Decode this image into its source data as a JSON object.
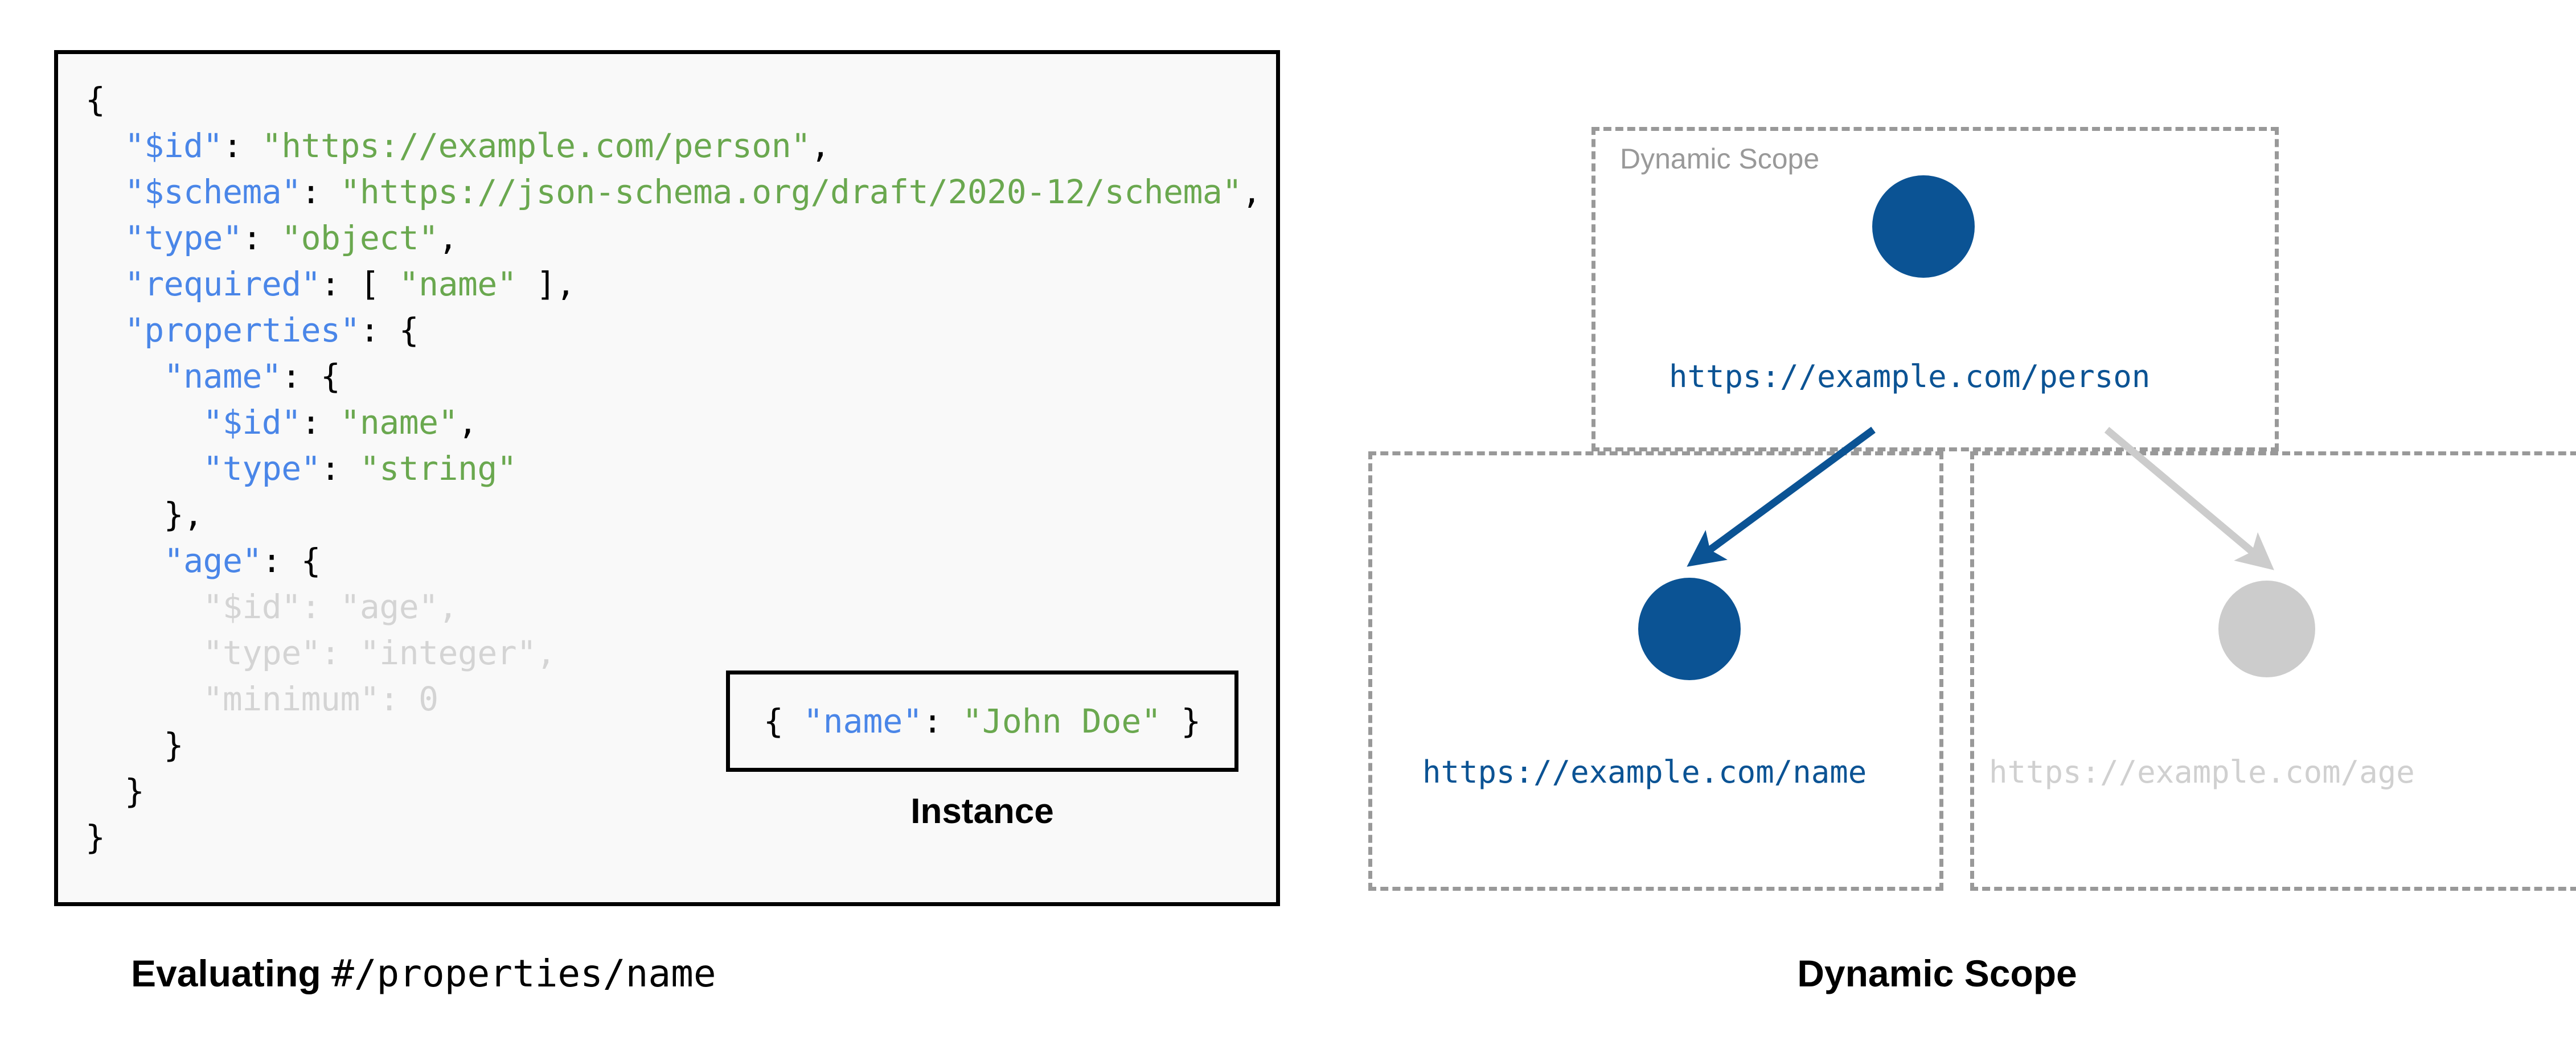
{
  "left": {
    "schema_lines": [
      [
        {
          "t": "{",
          "c": "p"
        }
      ],
      [
        {
          "t": "  ",
          "c": "p"
        },
        {
          "t": "\"$id\"",
          "c": "k"
        },
        {
          "t": ": ",
          "c": "p"
        },
        {
          "t": "\"https://example.com/person\"",
          "c": "s"
        },
        {
          "t": ",",
          "c": "p"
        }
      ],
      [
        {
          "t": "  ",
          "c": "p"
        },
        {
          "t": "\"$schema\"",
          "c": "k"
        },
        {
          "t": ": ",
          "c": "p"
        },
        {
          "t": "\"https://json-schema.org/draft/2020-12/schema\"",
          "c": "s"
        },
        {
          "t": ",",
          "c": "p"
        }
      ],
      [
        {
          "t": "  ",
          "c": "p"
        },
        {
          "t": "\"type\"",
          "c": "k"
        },
        {
          "t": ": ",
          "c": "p"
        },
        {
          "t": "\"object\"",
          "c": "s"
        },
        {
          "t": ",",
          "c": "p"
        }
      ],
      [
        {
          "t": "  ",
          "c": "p"
        },
        {
          "t": "\"required\"",
          "c": "k"
        },
        {
          "t": ": [ ",
          "c": "p"
        },
        {
          "t": "\"name\"",
          "c": "s"
        },
        {
          "t": " ],",
          "c": "p"
        }
      ],
      [
        {
          "t": "  ",
          "c": "p"
        },
        {
          "t": "\"properties\"",
          "c": "k"
        },
        {
          "t": ": {",
          "c": "p"
        }
      ],
      [
        {
          "t": "    ",
          "c": "p"
        },
        {
          "t": "\"name\"",
          "c": "k"
        },
        {
          "t": ": {",
          "c": "p"
        }
      ],
      [
        {
          "t": "      ",
          "c": "p"
        },
        {
          "t": "\"$id\"",
          "c": "k"
        },
        {
          "t": ": ",
          "c": "p"
        },
        {
          "t": "\"name\"",
          "c": "s"
        },
        {
          "t": ",",
          "c": "p"
        }
      ],
      [
        {
          "t": "      ",
          "c": "p"
        },
        {
          "t": "\"type\"",
          "c": "k"
        },
        {
          "t": ": ",
          "c": "p"
        },
        {
          "t": "\"string\"",
          "c": "s"
        }
      ],
      [
        {
          "t": "    },",
          "c": "p"
        }
      ],
      [
        {
          "t": "    ",
          "c": "p"
        },
        {
          "t": "\"age\"",
          "c": "k"
        },
        {
          "t": ": {",
          "c": "p"
        }
      ],
      [
        {
          "t": "      \"$id\": \"age\",",
          "c": "dim"
        }
      ],
      [
        {
          "t": "      \"type\": \"integer\",",
          "c": "dim"
        }
      ],
      [
        {
          "t": "      \"minimum\": 0",
          "c": "dim"
        }
      ],
      [
        {
          "t": "    }",
          "c": "p"
        }
      ],
      [
        {
          "t": "  }",
          "c": "p"
        }
      ],
      [
        {
          "t": "}",
          "c": "p"
        }
      ]
    ],
    "instance_line": [
      {
        "t": "{ ",
        "c": "p"
      },
      {
        "t": "\"name\"",
        "c": "k"
      },
      {
        "t": ": ",
        "c": "p"
      },
      {
        "t": "\"John Doe\"",
        "c": "s"
      },
      {
        "t": " }",
        "c": "p"
      }
    ],
    "instance_caption": "Instance",
    "caption_bold": "Evaluating ",
    "caption_mono": "#/properties/name"
  },
  "right": {
    "scope_box_label": "Dynamic Scope",
    "node_person_label": "https://example.com/person",
    "node_name_label": "https://example.com/name",
    "node_age_label": "https://example.com/age",
    "caption": "Dynamic Scope"
  },
  "colors": {
    "accent_blue": "#0b5394",
    "muted_gray": "#cccccc",
    "dash_gray": "#999999",
    "json_key": "#4a86e8",
    "json_string": "#6aa84f",
    "dim_text": "#d4d4d4",
    "panel_bg": "#f9f9f9",
    "panel_border": "#000000"
  }
}
